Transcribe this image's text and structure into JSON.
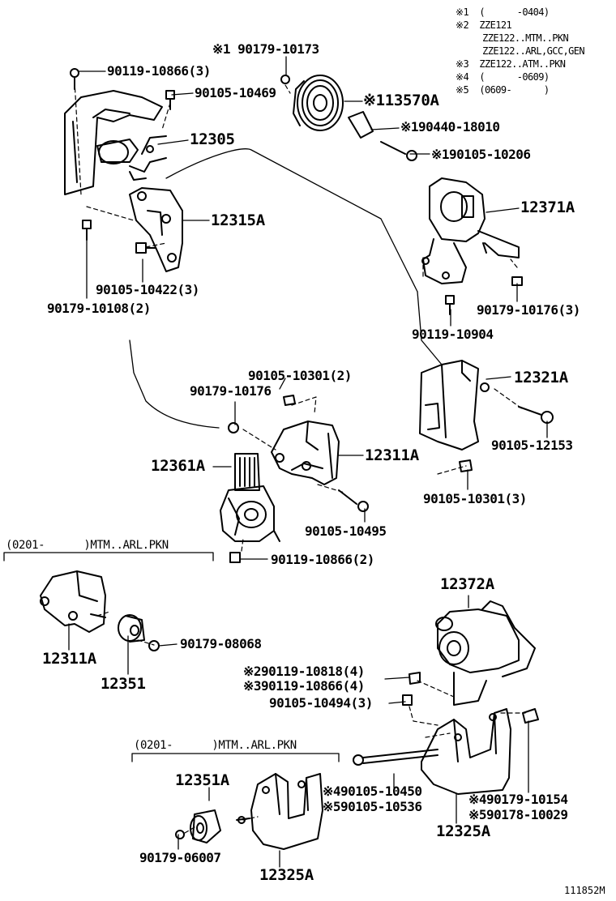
{
  "notes": [
    "※1  (      -0404)",
    "※2  ZZE121",
    "     ZZE122..MTM..PKN",
    "     ZZE122..ARL,GCC,GEN",
    "※3  ZZE122..ATM..PKN",
    "※4  (      -0609)",
    "※5  (0609-      )"
  ],
  "labels": {
    "p_90119_10866_3": "90119-10866(3)",
    "p_90179_10173": "※1 90179-10173",
    "p_90105_10469": "90105-10469",
    "p_13570A": "※113570A",
    "p_12305": "12305",
    "p_190440_18010": "※190440-18010",
    "p_190105_10206": "※190105-10206",
    "p_12371A": "12371A",
    "p_12315A": "12315A",
    "p_90105_10422_3": "90105-10422(3)",
    "p_90179_10108_2": "90179-10108(2)",
    "p_90179_10176_3": "90179-10176(3)",
    "p_90119_10904": "90119-10904",
    "p_90105_10301_2": "90105-10301(2)",
    "p_90179_10176": "90179-10176",
    "p_12321A": "12321A",
    "p_12361A": "12361A",
    "p_12311A_top": "12311A",
    "p_90105_12153": "90105-12153",
    "p_90105_10301_3": "90105-10301(3)",
    "p_90105_10495": "90105-10495",
    "p_90119_10866_2": "90119-10866(2)",
    "p_12311A_mid": "12311A",
    "p_90179_08068": "90179-08068",
    "p_12351": "12351",
    "p_12372A": "12372A",
    "p_290119_10818_4": "※290119-10818(4)",
    "p_390119_10866_4": "※390119-10866(4)",
    "p_90105_10494_3": "90105-10494(3)",
    "p_12351A": "12351A",
    "p_490105_10450": "※490105-10450",
    "p_590105_10536": "※590105-10536",
    "p_490179_10154": "※490179-10154",
    "p_590178_10029": "※590178-10029",
    "p_12325A_right": "12325A",
    "p_90179_06007": "90179-06007",
    "p_12325A_left": "12325A"
  },
  "brackets": {
    "upper": "(0201-      )MTM..ARL.PKN",
    "lower": "(0201-      )MTM..ARL.PKN"
  },
  "diagram_code": "111852M"
}
